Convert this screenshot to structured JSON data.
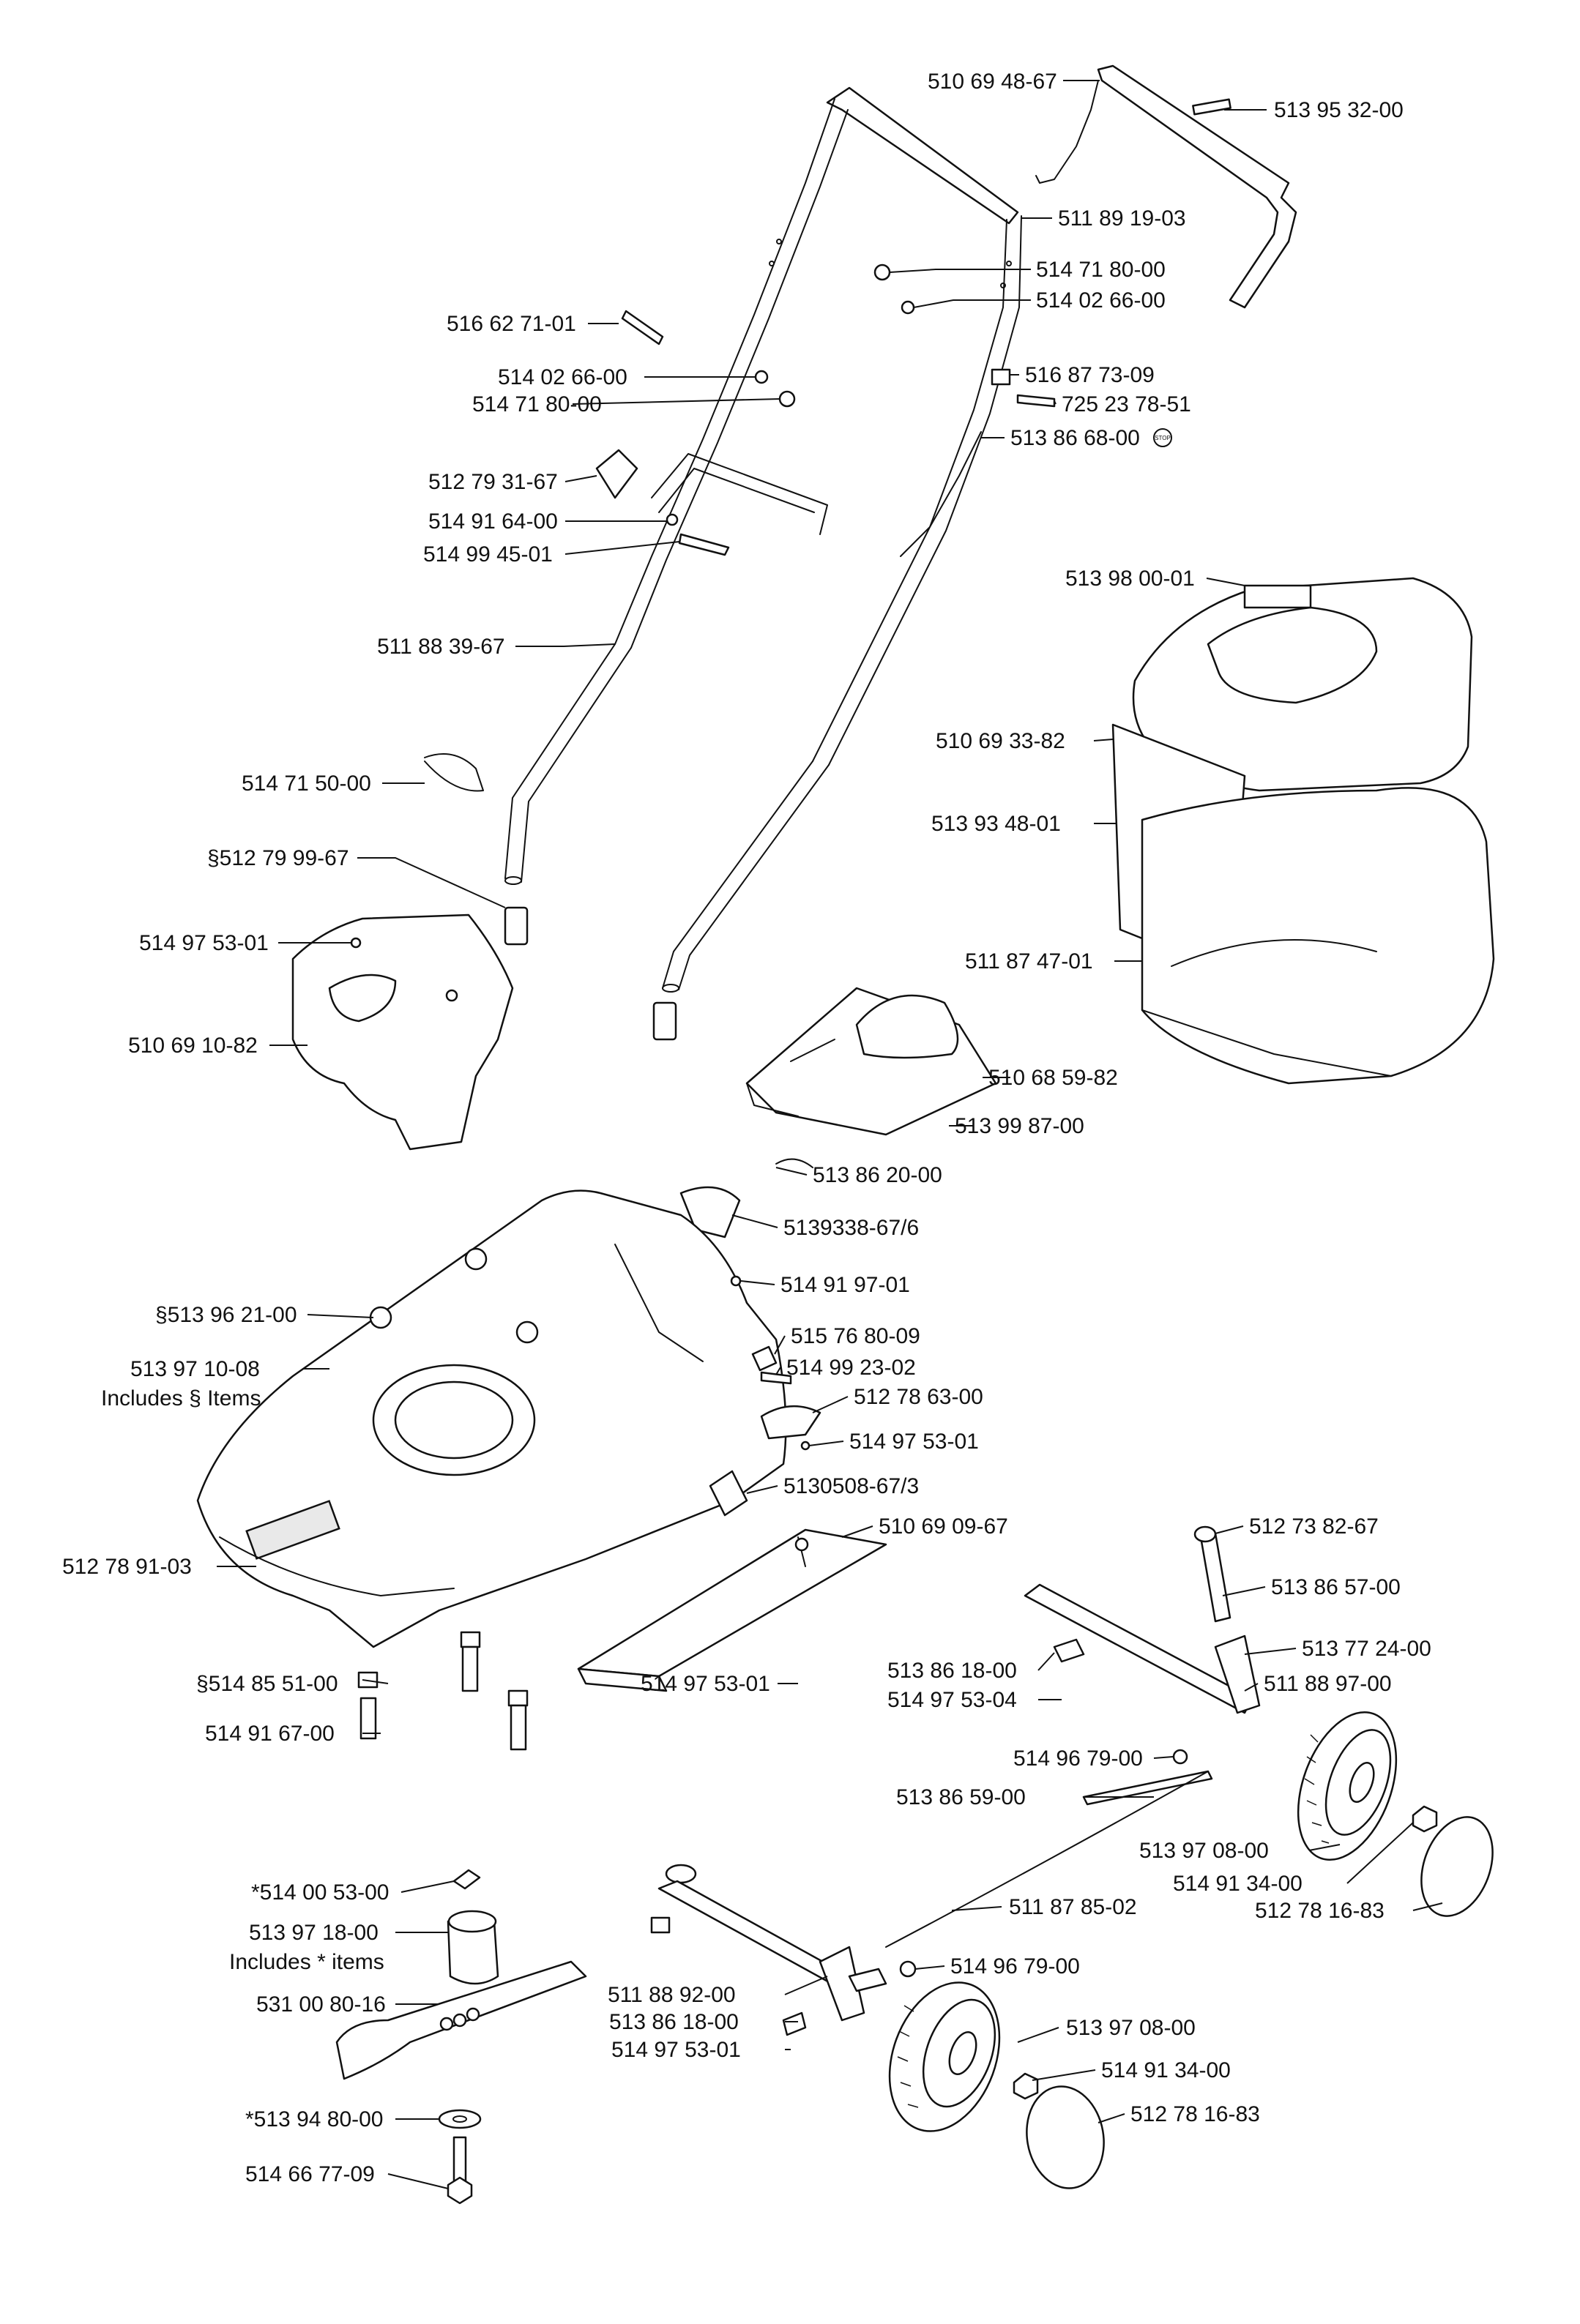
{
  "parts": [
    {
      "label": "510 69 48-67"
    },
    {
      "label": "513 95 32-00"
    },
    {
      "label": "511 89 19-03"
    },
    {
      "label": "514 71 80-00"
    },
    {
      "label": "514 02 66-00"
    },
    {
      "label": "516 62 71-01"
    },
    {
      "label": "514 02 66-00"
    },
    {
      "label": "514 71 80-00"
    },
    {
      "label": "516 87 73-09"
    },
    {
      "label": "725 23 78-51"
    },
    {
      "label": "513 86 68-00"
    },
    {
      "label": "512 79 31-67"
    },
    {
      "label": "514 91 64-00"
    },
    {
      "label": "514 99 45-01"
    },
    {
      "label": "513 98 00-01"
    },
    {
      "label": "511 88 39-67"
    },
    {
      "label": "510 69 33-82"
    },
    {
      "label": "514 71 50-00"
    },
    {
      "label": "513 93 48-01"
    },
    {
      "label": "§512 79 99-67"
    },
    {
      "label": "514 97 53-01"
    },
    {
      "label": "511 87 47-01"
    },
    {
      "label": "510 69 10-82"
    },
    {
      "label": "510 68 59-82"
    },
    {
      "label": "513 99 87-00"
    },
    {
      "label": "513 86 20-00"
    },
    {
      "label": "5139338-67/6"
    },
    {
      "label": "514 91 97-01"
    },
    {
      "label": "§513 96 21-00"
    },
    {
      "label": "515 76 80-09"
    },
    {
      "label": "513 97 10-08"
    },
    {
      "label": "Includes § Items"
    },
    {
      "label": "514 99 23-02"
    },
    {
      "label": "512 78 63-00"
    },
    {
      "label": "514 97 53-01"
    },
    {
      "label": "5130508-67/3"
    },
    {
      "label": "510 69 09-67"
    },
    {
      "label": "512 78 91-03"
    },
    {
      "label": "512 73 82-67"
    },
    {
      "label": "513 86 57-00"
    },
    {
      "label": "513 77 24-00"
    },
    {
      "label": "513 86 18-00"
    },
    {
      "label": "511 88 97-00"
    },
    {
      "label": "§514 85 51-00"
    },
    {
      "label": "514 97 53-01"
    },
    {
      "label": "514 97 53-04"
    },
    {
      "label": "514 91 67-00"
    },
    {
      "label": "514 96 79-00"
    },
    {
      "label": "513 86 59-00"
    },
    {
      "label": "513 97 08-00"
    },
    {
      "label": "514 91 34-00"
    },
    {
      "label": "*514 00 53-00"
    },
    {
      "label": "512 78 16-83"
    },
    {
      "label": "513 97 18-00"
    },
    {
      "label": "511 87 85-02"
    },
    {
      "label": "Includes  *  items"
    },
    {
      "label": "514 96 79-00"
    },
    {
      "label": "531 00 80-16"
    },
    {
      "label": "511 88 92-00"
    },
    {
      "label": "513 97 08-00"
    },
    {
      "label": "513 86 18-00"
    },
    {
      "label": "514 97 53-01"
    },
    {
      "label": "514 91 34-00"
    },
    {
      "label": "512 78 16-83"
    },
    {
      "label": "*513 94 80-00"
    },
    {
      "label": "514 66 77-09"
    }
  ],
  "stop_badge": "STOP"
}
